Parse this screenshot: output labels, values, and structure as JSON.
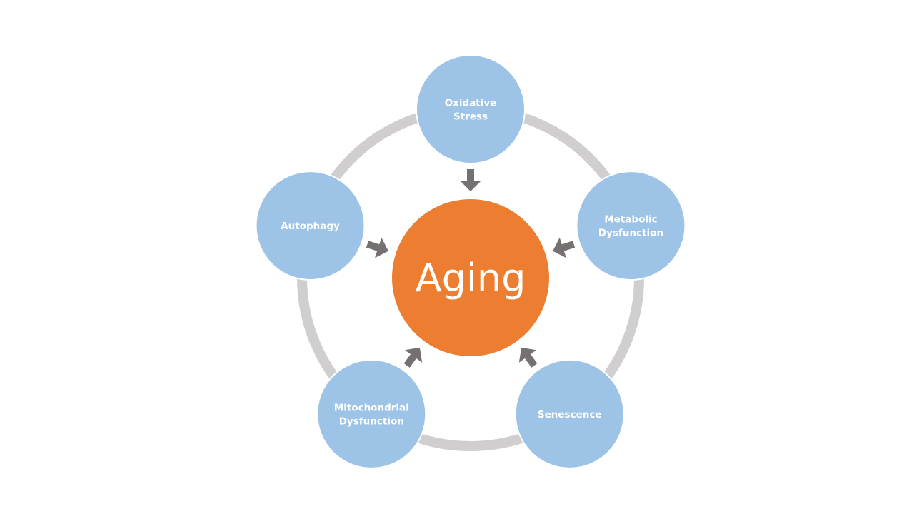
{
  "center": {
    "label": "Aging",
    "color": "#ed7d31"
  },
  "nodes": [
    {
      "lines": [
        "Oxidative",
        "Stress"
      ]
    },
    {
      "lines": [
        "Metabolic",
        "Dysfunction"
      ]
    },
    {
      "lines": [
        "Senescence"
      ]
    },
    {
      "lines": [
        "Mitochondrial",
        "Dysfunction"
      ]
    },
    {
      "lines": [
        "Autophagy"
      ]
    }
  ],
  "colors": {
    "node": "#9dc3e6",
    "ring": "#d0cece",
    "arrow": "#767171"
  }
}
